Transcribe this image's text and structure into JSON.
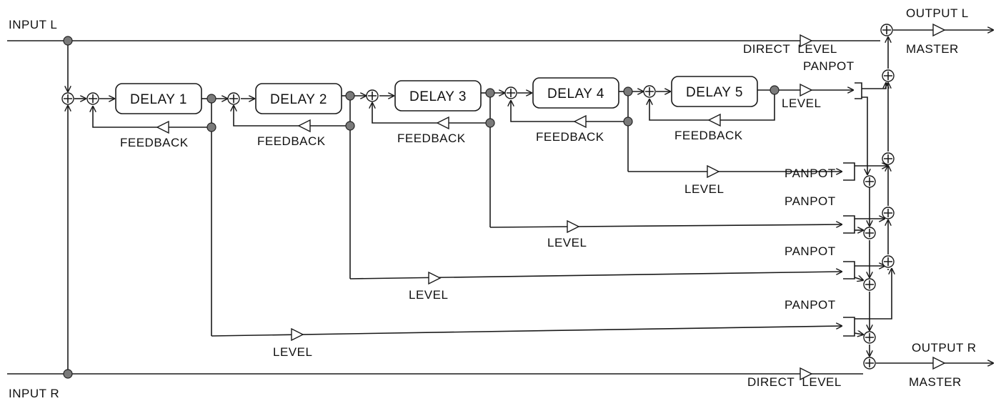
{
  "labels": {
    "input_l": "INPUT L",
    "input_r": "INPUT R",
    "output_l": "OUTPUT L",
    "output_r": "OUTPUT R",
    "direct_level_l": "DIRECT  LEVEL",
    "direct_level_r": "DIRECT  LEVEL",
    "master_l": "MASTER",
    "master_r": "MASTER"
  },
  "delays": [
    {
      "label": "DELAY 1",
      "feedback": "FEEDBACK",
      "level": "LEVEL",
      "panpot": "PANPOT"
    },
    {
      "label": "DELAY 2",
      "feedback": "FEEDBACK",
      "level": "LEVEL",
      "panpot": "PANPOT"
    },
    {
      "label": "DELAY 3",
      "feedback": "FEEDBACK",
      "level": "LEVEL",
      "panpot": "PANPOT"
    },
    {
      "label": "DELAY 4",
      "feedback": "FEEDBACK",
      "level": "LEVEL",
      "panpot": "PANPOT"
    },
    {
      "label": "DELAY 5",
      "feedback": "FEEDBACK",
      "level": "LEVEL",
      "panpot": "PANPOT"
    }
  ]
}
